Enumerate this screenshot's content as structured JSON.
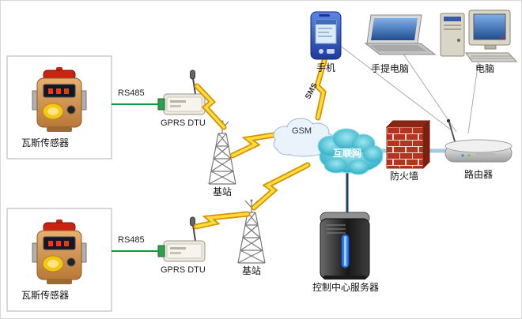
{
  "diagram": {
    "nodes": {
      "sensor1": {
        "label": "瓦斯传感器"
      },
      "sensor2": {
        "label": "瓦斯传感器"
      },
      "rs485_1": {
        "label": "RS485"
      },
      "rs485_2": {
        "label": "RS485"
      },
      "dtu1": {
        "label": "GPRS  DTU"
      },
      "dtu2": {
        "label": "GPRS  DTU"
      },
      "basestation1": {
        "label": "基站"
      },
      "basestation2": {
        "label": "基站"
      },
      "gsm": {
        "label": "GSM"
      },
      "sms": {
        "label": "SMS"
      },
      "phone": {
        "label": "手机"
      },
      "laptop": {
        "label": "手提电脑"
      },
      "desktop": {
        "label": "电脑"
      },
      "internet": {
        "label": "互联网"
      },
      "firewall": {
        "label": "防火墙"
      },
      "router": {
        "label": "路由器"
      },
      "server": {
        "label": "控制中心服务器"
      }
    },
    "colors": {
      "rs485_link": "#00a040",
      "lightning": "#ffdf3d",
      "lightning_edge": "#d89000",
      "gsm_cloud": "#eaf3fb",
      "internet_cloud": "#2fb3c8",
      "firewall_brick": "#b5341f",
      "backbone_line": "#a6c9e4",
      "server_link": "#1c3f66",
      "server_led": "#2b7fff"
    }
  }
}
